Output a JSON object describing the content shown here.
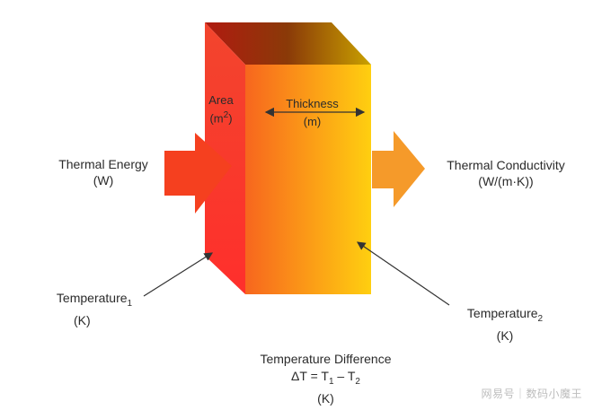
{
  "labels": {
    "thermal_energy": {
      "name": "Thermal Energy",
      "unit": "(W)"
    },
    "thermal_conductivity": {
      "name": "Thermal Conductivity",
      "unit": "(W/(m·K))"
    },
    "area": {
      "name": "Area",
      "unit_base": "(m",
      "unit_sup": "2",
      "unit_close": ")"
    },
    "thickness": {
      "name": "Thickness",
      "unit": "(m)"
    },
    "temperature_1": {
      "name": "Temperature",
      "sub": "1",
      "unit": "(K)"
    },
    "temperature_2": {
      "name": "Temperature",
      "sub": "2",
      "unit": "(K)"
    },
    "temperature_difference": {
      "name": "Temperature Difference",
      "formula_prefix": "ΔT = T",
      "formula_sub1": "1",
      "formula_mid": " – T",
      "formula_sub2": "2",
      "unit": "(K)"
    }
  },
  "colors": {
    "front_left": "#f7661e",
    "front_right": "#ffcf10",
    "side_top": "#f2452d",
    "side_bottom": "#ff2f2c",
    "top_left": "#b01a10",
    "top_right": "#c9a100",
    "arrow_in": "#f5401f",
    "arrow_out": "#f59a2a"
  },
  "watermark": "网易号｜数码小魔王"
}
